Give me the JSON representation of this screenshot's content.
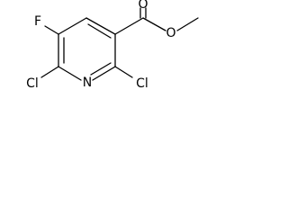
{
  "molecule": {
    "atoms": {
      "fluorine": "F",
      "ring_nitrogen": "N",
      "chlorine_left": "Cl",
      "chlorine_right": "Cl",
      "carbonyl_oxygen": "O",
      "ester_oxygen": "O"
    }
  }
}
